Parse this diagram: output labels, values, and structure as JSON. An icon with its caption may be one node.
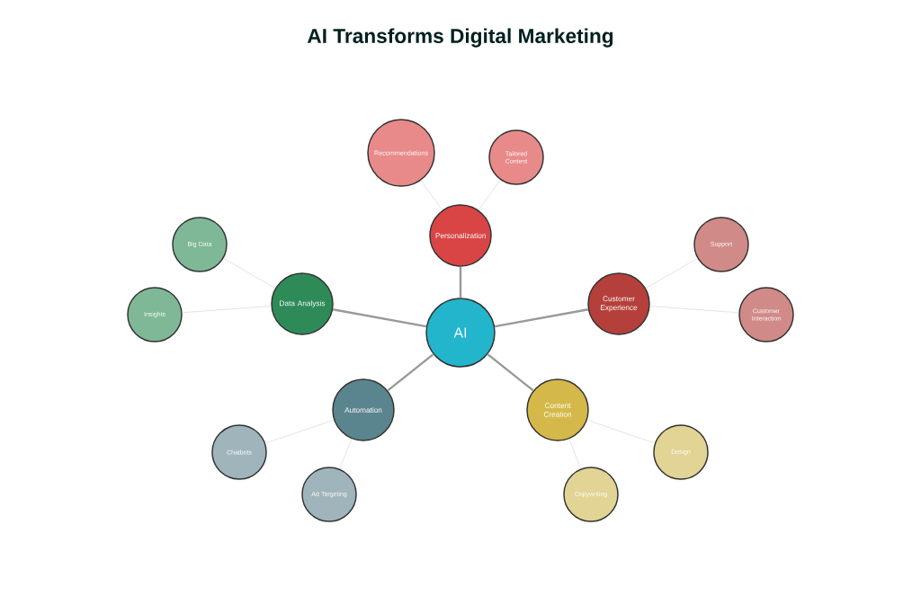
{
  "diagram": {
    "title": "AI Transforms Digital Marketing",
    "nodes": [
      {
        "text": [
          "AI"
        ]
      },
      {
        "text": [
          "Personalization"
        ]
      },
      {
        "text": [
          "Recommendations"
        ]
      },
      {
        "text": [
          "Tailored Content"
        ]
      },
      {
        "text": [
          "Data Analysis"
        ]
      },
      {
        "text": [
          "Big Data"
        ]
      },
      {
        "text": [
          "Insights"
        ]
      },
      {
        "text": [
          "Customer Experience"
        ]
      },
      {
        "text": [
          "Support"
        ]
      },
      {
        "text": [
          "Customer Interaction"
        ]
      },
      {
        "text": [
          "Automation"
        ]
      },
      {
        "text": [
          "Chatbots"
        ]
      },
      {
        "text": [
          "Ad Targeting"
        ]
      },
      {
        "text": [
          "Content Creation"
        ]
      },
      {
        "text": [
          "Design"
        ]
      },
      {
        "text": [
          "Copywriting"
        ]
      }
    ],
    "edges": [
      {
        "from": 0,
        "to": 1,
        "arrow": "none",
        "style": "thick",
        "color": "#999999"
      },
      {
        "from": 1,
        "to": 2,
        "arrow": "none"
      },
      {
        "from": 1,
        "to": 3,
        "arrow": "none"
      },
      {
        "from": 0,
        "to": 4,
        "arrow": "none",
        "style": "thick",
        "color": "#999999"
      },
      {
        "from": 4,
        "to": 5,
        "arrow": "none"
      },
      {
        "from": 4,
        "to": 6,
        "arrow": "none"
      },
      {
        "from": 0,
        "to": 7,
        "arrow": "none",
        "style": "thick",
        "color": "#999999"
      },
      {
        "from": 7,
        "to": 8,
        "arrow": "none"
      },
      {
        "from": 7,
        "to": 9,
        "arrow": "none"
      },
      {
        "from": 0,
        "to": 10,
        "arrow": "none",
        "style": "thick",
        "color": "#999999"
      },
      {
        "from": 10,
        "to": 11,
        "arrow": "none"
      },
      {
        "from": 10,
        "to": 12,
        "arrow": "none"
      },
      {
        "from": 0,
        "to": 13,
        "arrow": "none",
        "style": "thick",
        "color": "#999999"
      },
      {
        "from": 13,
        "to": 14,
        "arrow": "none"
      },
      {
        "from": 13,
        "to": 15,
        "arrow": "none"
      }
    ]
  }
}
